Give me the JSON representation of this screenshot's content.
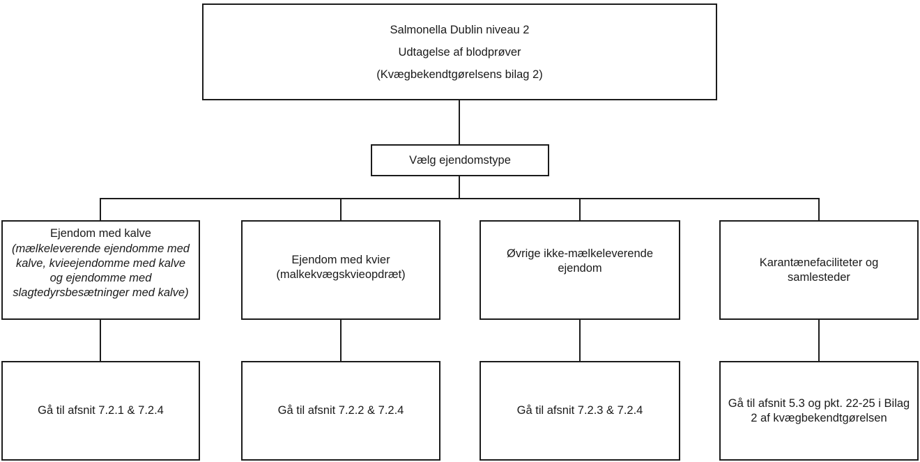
{
  "title_box": {
    "lines": [
      "Salmonella Dublin niveau 2",
      "Udtagelse af blodprøver",
      "(Kvægbekendtgørelsens bilag 2)"
    ]
  },
  "decision_box": {
    "label": "Vælg ejendomstype"
  },
  "branches": [
    {
      "title": "Ejendom med kalve",
      "subtitle_lines": [
        "(mælkeleverende ejendomme med",
        "kalve, kvieejendomme med kalve",
        "og ejendomme med",
        "slagtedyrsbesætninger med kalve)"
      ],
      "action_lines": [
        "Gå til afsnit 7.2.1 & 7.2.4"
      ]
    },
    {
      "title_lines": [
        "Ejendom med kvier",
        "(malkekvægskvieopdræt)"
      ],
      "action_lines": [
        "Gå til afsnit 7.2.2 & 7.2.4"
      ]
    },
    {
      "title_lines": [
        "Øvrige ikke-mælkeleverende",
        "ejendom"
      ],
      "action_lines": [
        "Gå til afsnit 7.2.3 & 7.2.4"
      ]
    },
    {
      "title_lines": [
        "Karantænefaciliteter og",
        "samlesteder"
      ],
      "action_lines": [
        "Gå til afsnit 5.3 og pkt. 22-25 i Bilag",
        "2 af kvægbekendtgørelsen"
      ]
    }
  ],
  "colors": {
    "line": "#1b1b1b",
    "text": "#1a1a1a",
    "background": "#ffffff"
  }
}
